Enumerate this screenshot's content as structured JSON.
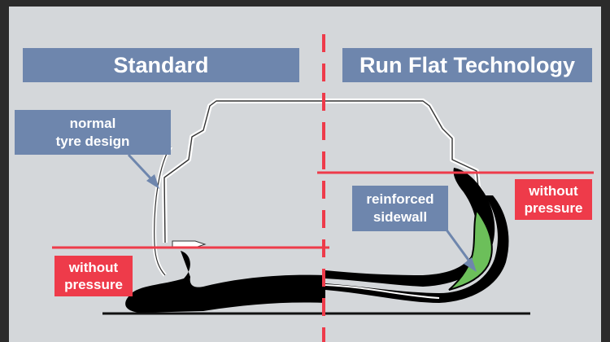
{
  "title": "",
  "left_panel": {
    "header": "Standard",
    "callout_design": "normal\ntyre design",
    "callout_pressure": "without\npressure"
  },
  "right_panel": {
    "header": "Run Flat Technology",
    "callout_sidewall": "reinforced\nsidewall",
    "callout_pressure": "without\npressure"
  },
  "colors": {
    "background": "#d4d7da",
    "header_blue": "#6e86ad",
    "alert_red": "#ee3b4a",
    "sidewall_green": "#6cbf5a",
    "tyre_black": "#000000"
  }
}
